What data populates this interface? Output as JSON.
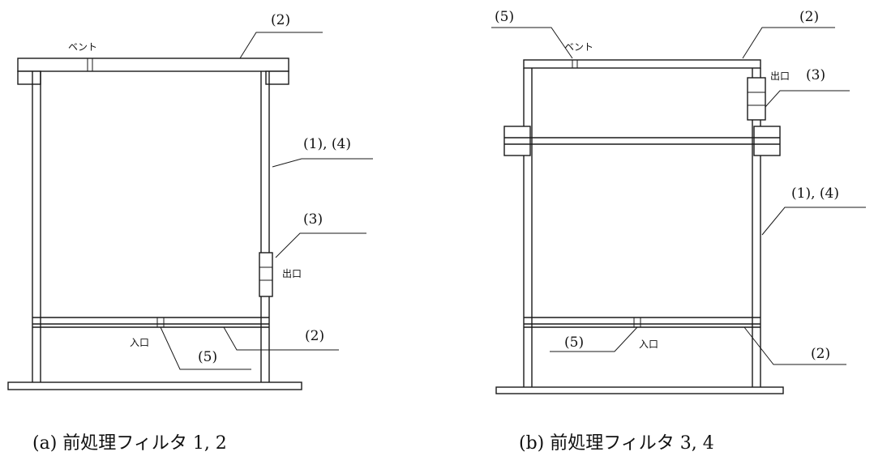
{
  "figure_a": {
    "caption": "(a) 前処理フィルタ 1, 2",
    "vent_label": "ベント",
    "outlet_label": "出口",
    "inlet_label": "入口",
    "callouts": {
      "top_plate": "(2)",
      "shell": "(1), (4)",
      "outlet_nozzle": "(3)",
      "bottom_plate": "(2)",
      "inlet_nozzle": "(5)"
    }
  },
  "figure_b": {
    "caption": "(b) 前処理フィルタ 3, 4",
    "vent_label": "ベント",
    "outlet_label": "出口",
    "inlet_label": "入口",
    "callouts": {
      "vent_nozzle": "(5)",
      "top_plate": "(2)",
      "outlet_nozzle": "(3)",
      "shell": "(1), (4)",
      "inlet_nozzle": "(5)",
      "bottom_plate": "(2)"
    }
  }
}
